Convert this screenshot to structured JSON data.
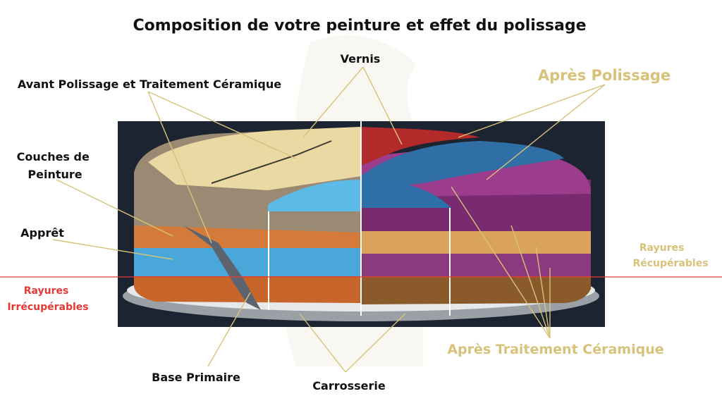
{
  "title": "Composition de votre peinture et effet du polissage",
  "labels": {
    "vernis": "Vernis",
    "avant": "Avant Polissage et Traitement Céramique",
    "apres_polissage": "Après Polissage",
    "couches_1": "Couches de",
    "couches_2": "Peinture",
    "appret": "Apprêt",
    "rayures_irr_1": "Rayures",
    "rayures_irr_2": "Irrécupérables",
    "rayures_rec_1": "Rayures",
    "rayures_rec_2": "Récupérables",
    "apres_ceramique": "Après Traitement Céramique",
    "base": "Base Primaire",
    "carrosserie": "Carrosserie"
  },
  "colors": {
    "gold": "#d8c27a",
    "red_line": "#e53935",
    "panel": "#1b2430"
  }
}
